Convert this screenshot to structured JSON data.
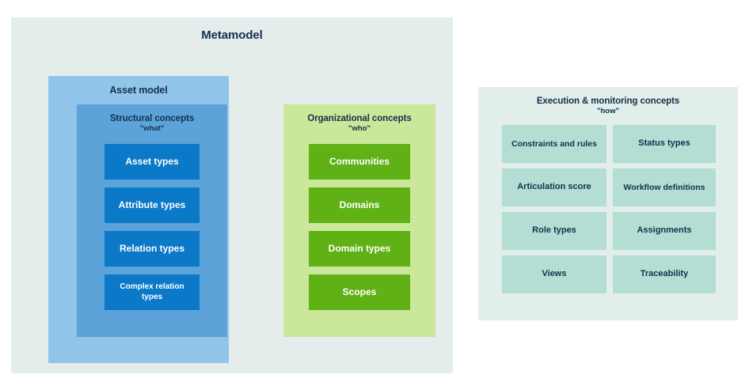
{
  "diagram": {
    "title": "Metamodel",
    "asset_model": {
      "title": "Asset model",
      "structural": {
        "title": "Structural concepts",
        "subtitle": "\"what\"",
        "cards": [
          {
            "label": "Asset types",
            "multiline": false
          },
          {
            "label": "Attribute types",
            "multiline": false
          },
          {
            "label": "Relation types",
            "multiline": false
          },
          {
            "label": "Complex relation types",
            "multiline": true
          }
        ]
      }
    },
    "organizational": {
      "title": "Organizational concepts",
      "subtitle": "\"who\"",
      "cards": [
        {
          "label": "Communities"
        },
        {
          "label": "Domains"
        },
        {
          "label": "Domain types"
        },
        {
          "label": "Scopes"
        }
      ]
    },
    "execution": {
      "title": "Execution & monitoring concepts",
      "subtitle": "\"how\"",
      "cards_left": [
        {
          "label": "Constraints and rules",
          "multiline": true
        },
        {
          "label": "Articulation score",
          "multiline": false
        },
        {
          "label": "Role types",
          "multiline": false
        },
        {
          "label": "Views",
          "multiline": false
        }
      ],
      "cards_right": [
        {
          "label": "Status types",
          "multiline": false
        },
        {
          "label": "Workflow definitions",
          "multiline": true
        },
        {
          "label": "Assignments",
          "multiline": false
        },
        {
          "label": "Traceability",
          "multiline": false
        }
      ]
    }
  },
  "colors": {
    "background": "#ffffff",
    "metamodel_panel": "#e4ecec",
    "asset_model_panel": "#92c5ea",
    "structural_panel": "#5ba3d8",
    "organizational_panel": "#cbe79a",
    "execution_panel": "#e1eeea",
    "card_blue": "#0b78c8",
    "card_green": "#5fb116",
    "card_teal": "#b4ddd4",
    "heading_text": "#14304a",
    "card_text_light": "#ffffff"
  }
}
